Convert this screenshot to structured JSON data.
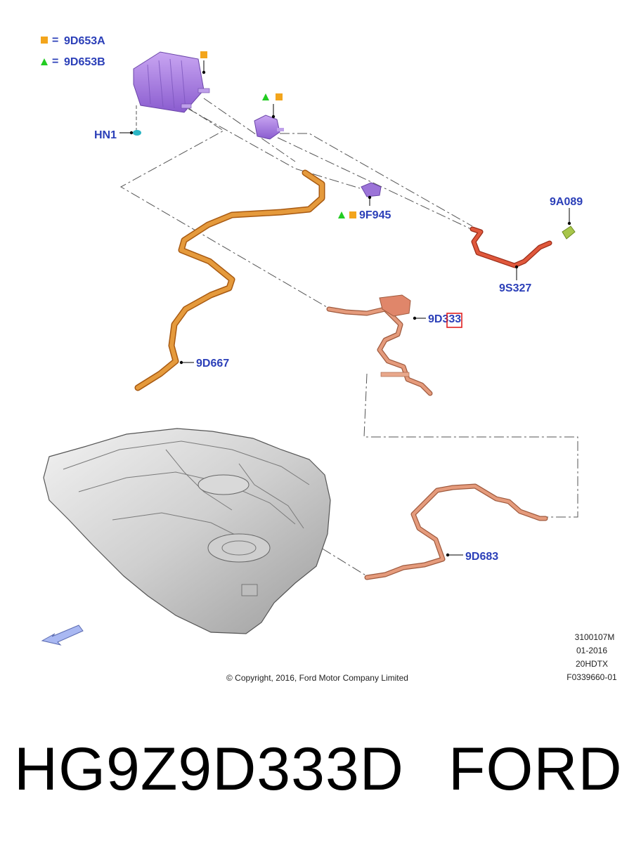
{
  "legend": {
    "square_code": "9D653A",
    "triangle_code": "9D653B",
    "equals": "="
  },
  "callouts": {
    "hn1": "HN1",
    "d9f945": "9F945",
    "a9a089": "9A089",
    "s9s327": "9S327",
    "d9d333": "9D333",
    "d9d667": "9D667",
    "d9d683": "9D683"
  },
  "meta": {
    "line1": "3100107M",
    "line2": "01-2016",
    "line3": "20HDTX",
    "line4": "F0339660-01"
  },
  "copyright": "© Copyright, 2016, Ford Motor Company Limited",
  "footer": {
    "part_number": "HG9Z9D333D",
    "brand": "FORD"
  },
  "colors": {
    "square_marker": "#f3a51c",
    "triangle_marker": "#22cc22",
    "callout_text": "#2b3fb8",
    "canister": "#a77be0",
    "fill_pipe": "#d8862a",
    "vapor_line_red": "#d9553a",
    "vapor_line_copper": "#d98a6a",
    "highlight_box": "#e02020",
    "tank": "#c9c9c9"
  }
}
